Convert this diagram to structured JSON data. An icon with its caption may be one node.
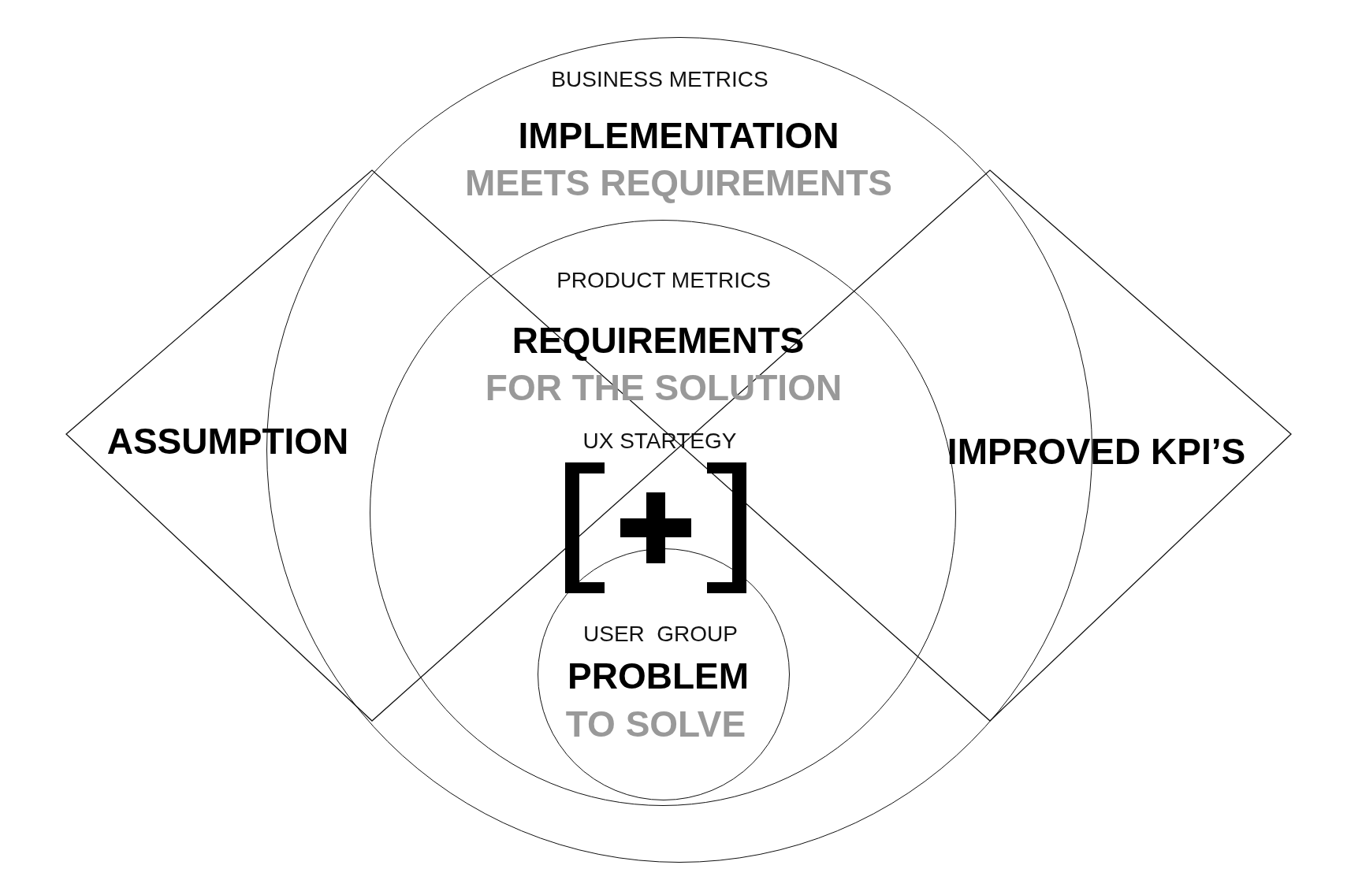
{
  "diagram": {
    "nodes": [
      {
        "text": [
          "ASSUMPTION",
          "IMPROVED KPI’S"
        ]
      },
      {
        "text": [
          "BUSINESS METRICS",
          "IMPLEMENTATION",
          "MEETS REQUIREMENTS"
        ]
      },
      {
        "text": [
          "PRODUCT METRICS",
          "REQUIREMENTS",
          "FOR THE SOLUTION",
          "UX STARTEGY"
        ],
        "in": 1
      },
      {
        "text": [
          "USER  GROUP",
          "PROBLEM",
          "TO SOLVE"
        ],
        "in": 2
      }
    ],
    "edges": []
  }
}
